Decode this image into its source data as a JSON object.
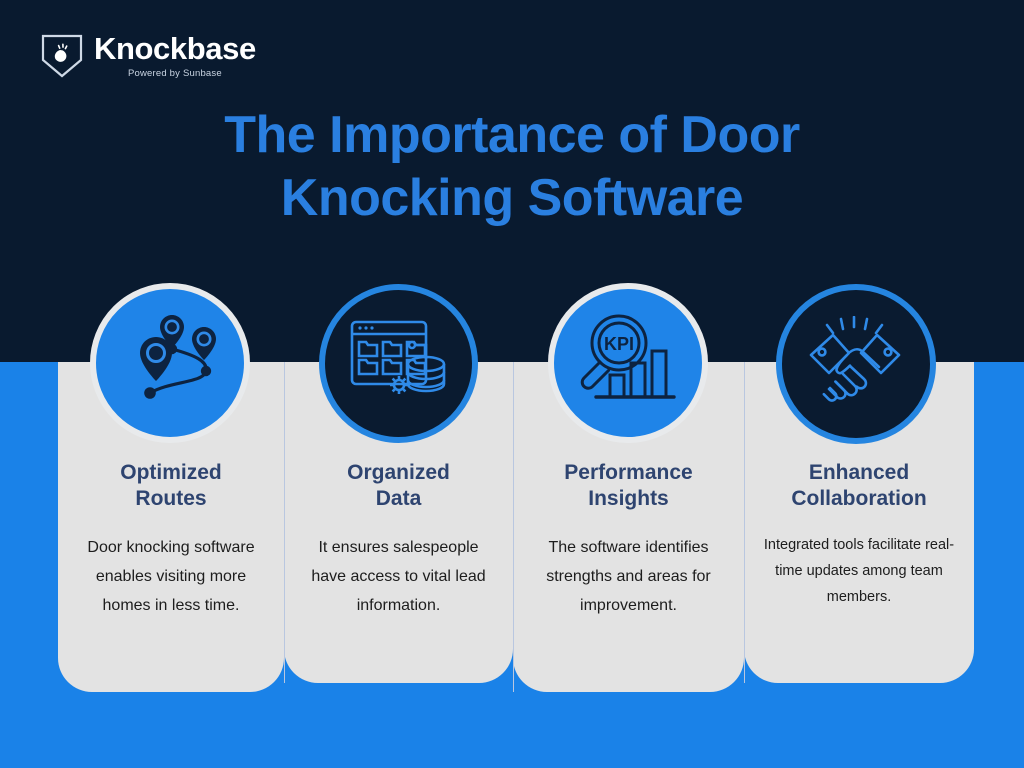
{
  "brand": {
    "name": "Knockbase",
    "tagline": "Powered by Sunbase",
    "logo_icon": "knocking-hand-shield-icon",
    "colors": {
      "dark_navy": "#091a2f",
      "bright_blue": "#1a82e8",
      "title_blue": "#2a7fe0",
      "card_bg": "#e3e3e3",
      "card_title": "#2e4470"
    }
  },
  "headline": {
    "line1": "The Importance of Door",
    "line2": "Knocking Software"
  },
  "cards": [
    {
      "icon": "map-route-pins-icon",
      "icon_style": "light",
      "title_line1": "Optimized",
      "title_line2": "Routes",
      "body": "Door knocking software enables visiting more homes in less time."
    },
    {
      "icon": "database-folders-gear-icon",
      "icon_style": "dark",
      "title_line1": "Organized",
      "title_line2": "Data",
      "body": "It ensures salespeople have access to vital lead information."
    },
    {
      "icon": "kpi-magnifier-bar-chart-icon",
      "icon_style": "light",
      "title_line1": "Performance",
      "title_line2": "Insights",
      "body": "The software identifies strengths and areas for improvement."
    },
    {
      "icon": "handshake-icon",
      "icon_style": "dark",
      "title_line1": "Enhanced",
      "title_line2": "Collaboration",
      "body": "Integrated tools facilitate real-time updates among team members."
    }
  ]
}
